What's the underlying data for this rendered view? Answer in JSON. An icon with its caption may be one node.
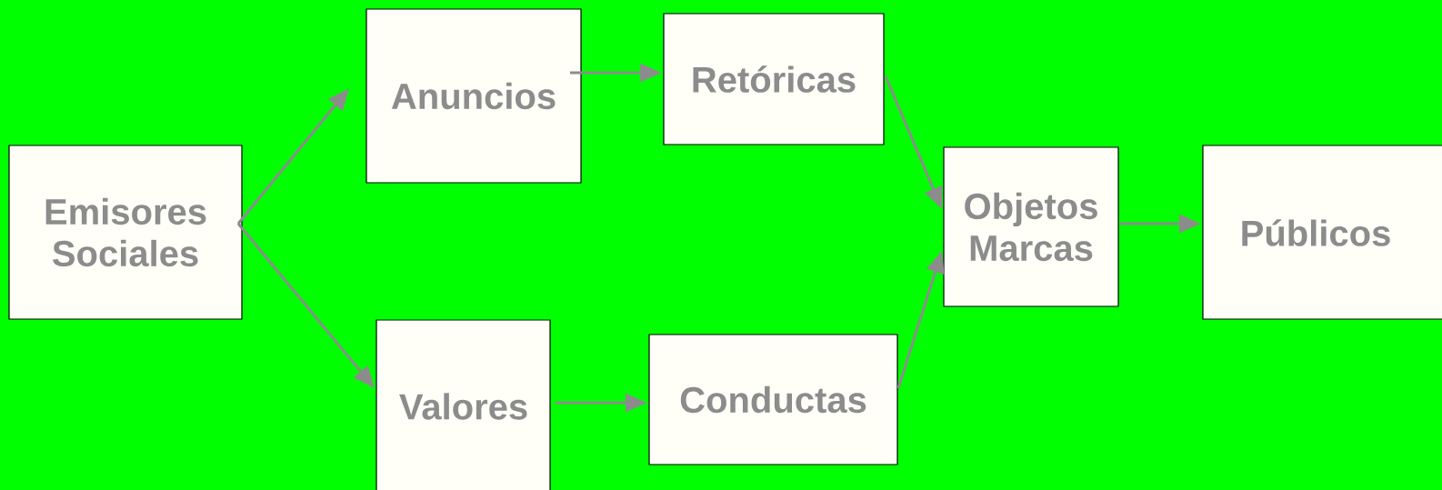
{
  "diagram": {
    "nodes": [
      {
        "text": [
          "Emisores Sociales"
        ]
      },
      {
        "text": [
          "Anuncios"
        ]
      },
      {
        "text": [
          "Valores"
        ]
      },
      {
        "text": [
          "Retóricas"
        ]
      },
      {
        "text": [
          "Conductas"
        ]
      },
      {
        "text": [
          "Objetos Marcas"
        ]
      },
      {
        "text": [
          "Públicos"
        ]
      }
    ],
    "edges": [
      {
        "from": 0,
        "to": 1,
        "arrow": "to"
      },
      {
        "from": 0,
        "to": 2,
        "arrow": "to"
      },
      {
        "from": 1,
        "to": 3,
        "arrow": "to"
      },
      {
        "from": 2,
        "to": 4,
        "arrow": "to"
      },
      {
        "from": 3,
        "to": 5,
        "arrow": "to"
      },
      {
        "from": 4,
        "to": 5,
        "arrow": "to"
      },
      {
        "from": 5,
        "to": 6,
        "arrow": "to"
      }
    ]
  }
}
